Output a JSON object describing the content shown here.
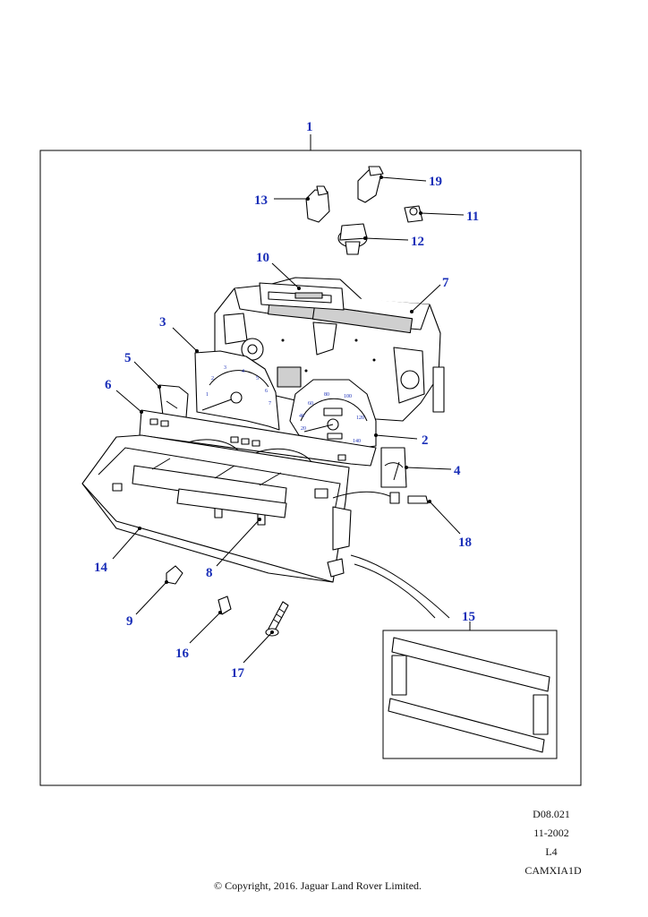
{
  "callouts": [
    {
      "id": "1",
      "label": "1"
    },
    {
      "id": "2",
      "label": "2"
    },
    {
      "id": "3",
      "label": "3"
    },
    {
      "id": "4",
      "label": "4"
    },
    {
      "id": "5",
      "label": "5"
    },
    {
      "id": "6",
      "label": "6"
    },
    {
      "id": "7",
      "label": "7"
    },
    {
      "id": "8",
      "label": "8"
    },
    {
      "id": "9",
      "label": "9"
    },
    {
      "id": "10",
      "label": "10"
    },
    {
      "id": "11",
      "label": "11"
    },
    {
      "id": "12",
      "label": "12"
    },
    {
      "id": "13",
      "label": "13"
    },
    {
      "id": "14",
      "label": "14"
    },
    {
      "id": "15",
      "label": "15"
    },
    {
      "id": "16",
      "label": "16"
    },
    {
      "id": "17",
      "label": "17"
    },
    {
      "id": "18",
      "label": "18"
    },
    {
      "id": "19",
      "label": "19"
    }
  ],
  "gauge_labels": {
    "tach": [
      "1",
      "2",
      "3",
      "4",
      "5",
      "6",
      "7"
    ],
    "speedo": [
      "20",
      "40",
      "60",
      "80",
      "100",
      "120",
      "140"
    ]
  },
  "meta": {
    "code": "D08.021",
    "date": "11-2002",
    "level": "L4",
    "ref": "CAMXIA1D"
  },
  "copyright": "© Copyright, 2016. Jaguar Land Rover Limited.",
  "colors": {
    "callout": "#1a2fb8",
    "line": "#000000"
  }
}
